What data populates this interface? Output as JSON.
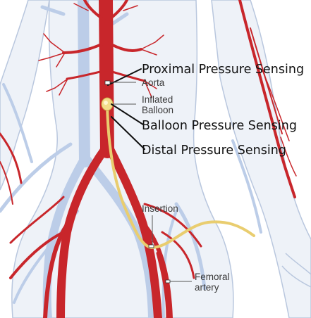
{
  "labels": {
    "proximal": "Proximal Pressure Sensing",
    "aorta": "Aorta",
    "inflated_1": "Inflated",
    "inflated_2": "Balloon",
    "balloon": "Balloon Pressure Sensing",
    "distal": "Distal Pressure Sensing",
    "insertion": "Insertion",
    "femoral_1": "Femoral",
    "femoral_2": "artery"
  },
  "colors": {
    "background": "#ffffff",
    "body_fill": "#eef2f8",
    "body_outline": "#b9c7de",
    "vein": "#bccde8",
    "artery": "#c8262b",
    "catheter": "#ecd27a",
    "balloon": "#f3dd8a"
  }
}
